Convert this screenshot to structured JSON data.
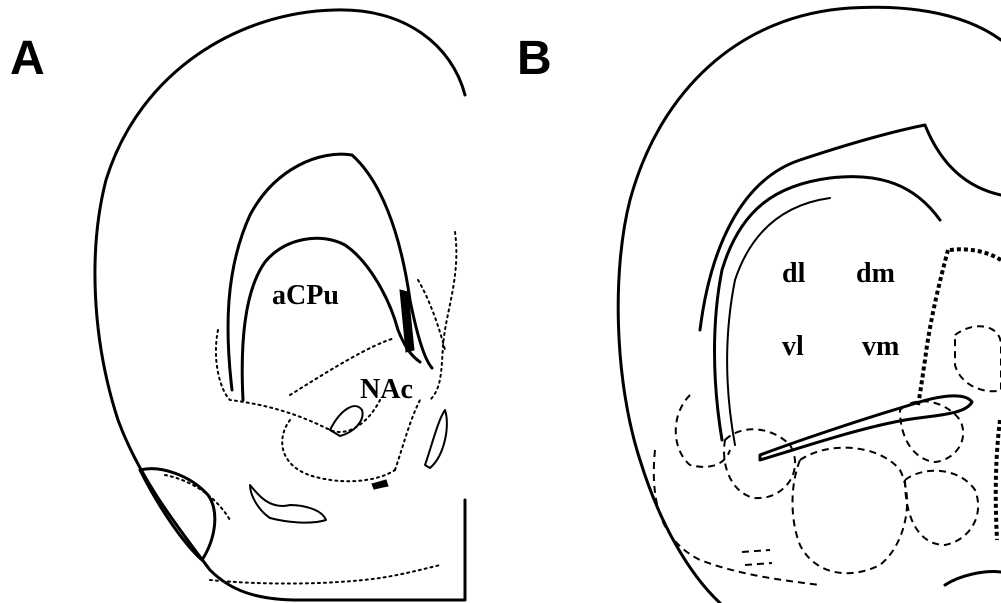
{
  "panels": [
    {
      "letter": "A",
      "labels": {
        "striatum": "aCPu",
        "accumbens": "NAc"
      }
    },
    {
      "letter": "B",
      "labels": {
        "dorsolateral": "dl",
        "dorsomedial": "dm",
        "ventrolateral": "vl",
        "ventromedial": "vm"
      }
    }
  ]
}
